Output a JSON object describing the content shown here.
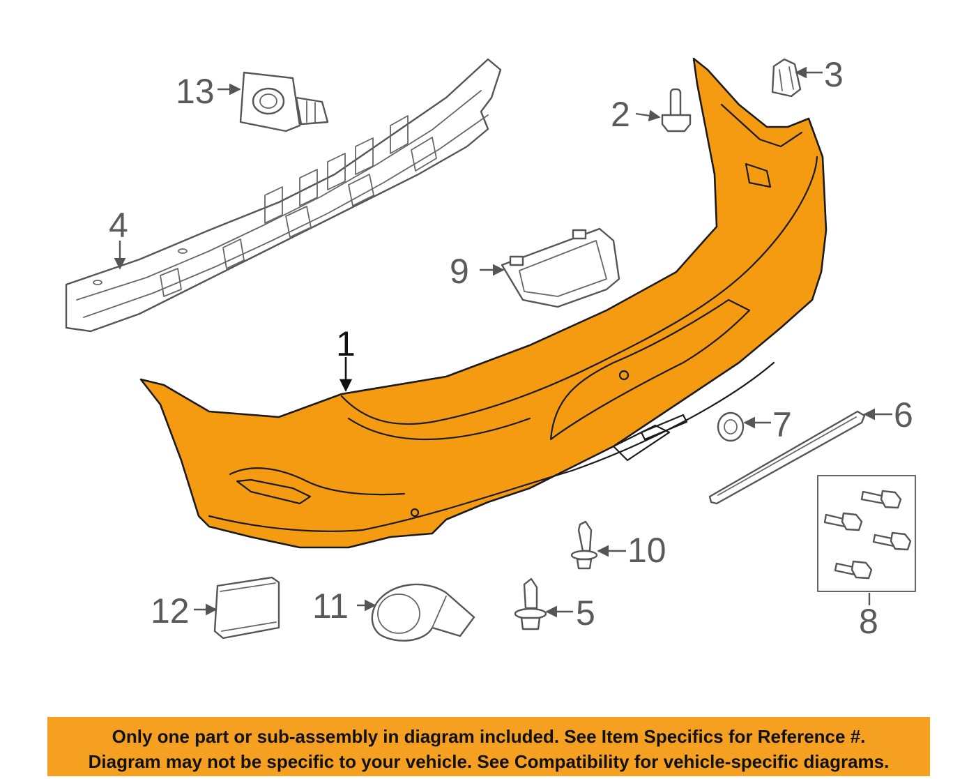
{
  "diagram": {
    "highlight_color": "#f59b12",
    "callouts": {
      "c1": "1",
      "c2": "2",
      "c3": "3",
      "c4": "4",
      "c5": "5",
      "c6": "6",
      "c7": "7",
      "c8": "8",
      "c9": "9",
      "c10": "10",
      "c11": "11",
      "c12": "12",
      "c13": "13"
    },
    "parts": {
      "p1": "bumper-cover",
      "p2": "bolt",
      "p3": "clip",
      "p4": "energy-absorber",
      "p5": "push-pin-retainer",
      "p6": "trim-molding",
      "p7": "washer-grommet",
      "p8": "bolt-set",
      "p9": "bracket",
      "p10": "push-pin-retainer",
      "p11": "park-sensor",
      "p12": "control-module",
      "p13": "sensor-bracket"
    }
  },
  "notice": {
    "line1": "Only one part or sub-assembly in diagram included. See Item Specifics for Reference #.",
    "line2": "Diagram may not be specific to your vehicle. See Compatibility for vehicle-specific diagrams.",
    "background": "#f6a021"
  }
}
